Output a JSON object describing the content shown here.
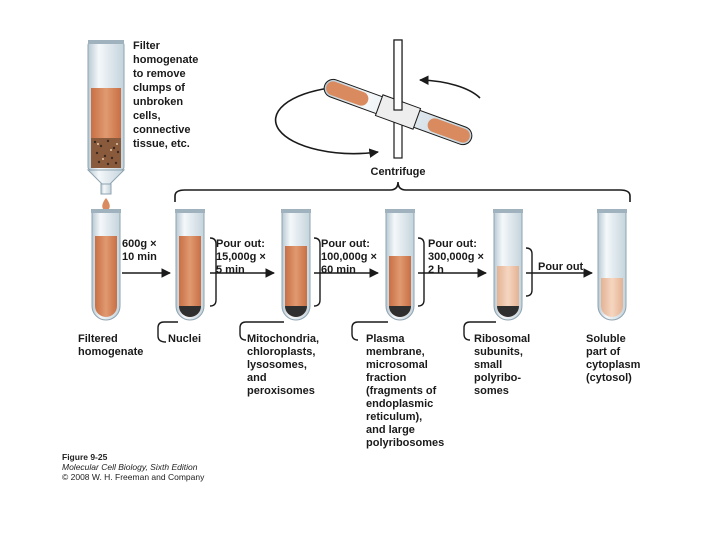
{
  "filter_text": [
    "Filter",
    "homogenate",
    "to remove",
    "clumps of",
    "unbroken",
    "cells,",
    "connective",
    "tissue, etc."
  ],
  "centrifuge_label": "Centrifuge",
  "steps": [
    [
      "600g ×",
      "10 min"
    ],
    [
      "Pour out:",
      "15,000g ×",
      "5 min"
    ],
    [
      "Pour out:",
      "100,000g ×",
      "60 min"
    ],
    [
      "Pour out:",
      "300,000g ×",
      "2 h"
    ],
    [
      "Pour out"
    ]
  ],
  "tube_labels": [
    [
      "Filtered",
      "homogenate"
    ],
    [
      "Nuclei"
    ],
    [
      "Mitochondria,",
      "chloroplasts,",
      "lysosomes,",
      "and",
      "peroxisomes"
    ],
    [
      "Plasma",
      "membrane,",
      "microsomal",
      "fraction",
      "(fragments of",
      "endoplasmic",
      "reticulum),",
      "and large",
      "polyribosomes"
    ],
    [
      "Ribosomal",
      "subunits,",
      "small",
      "polyribo-",
      "somes"
    ],
    [
      "Soluble",
      "part of",
      "cytoplasm",
      "(cytosol)"
    ]
  ],
  "caption": {
    "figure": "Figure 9-25",
    "book": "Molecular Cell Biology, Sixth Edition",
    "copyright": "© 2008 W. H. Freeman and Company"
  },
  "colors": {
    "homogenate": "#d98a5e",
    "liquid_light": "#f2c9ad",
    "pellet": "#2f2f2f",
    "glass": "#c4d3dc",
    "arrow": "#1a1a1a"
  }
}
